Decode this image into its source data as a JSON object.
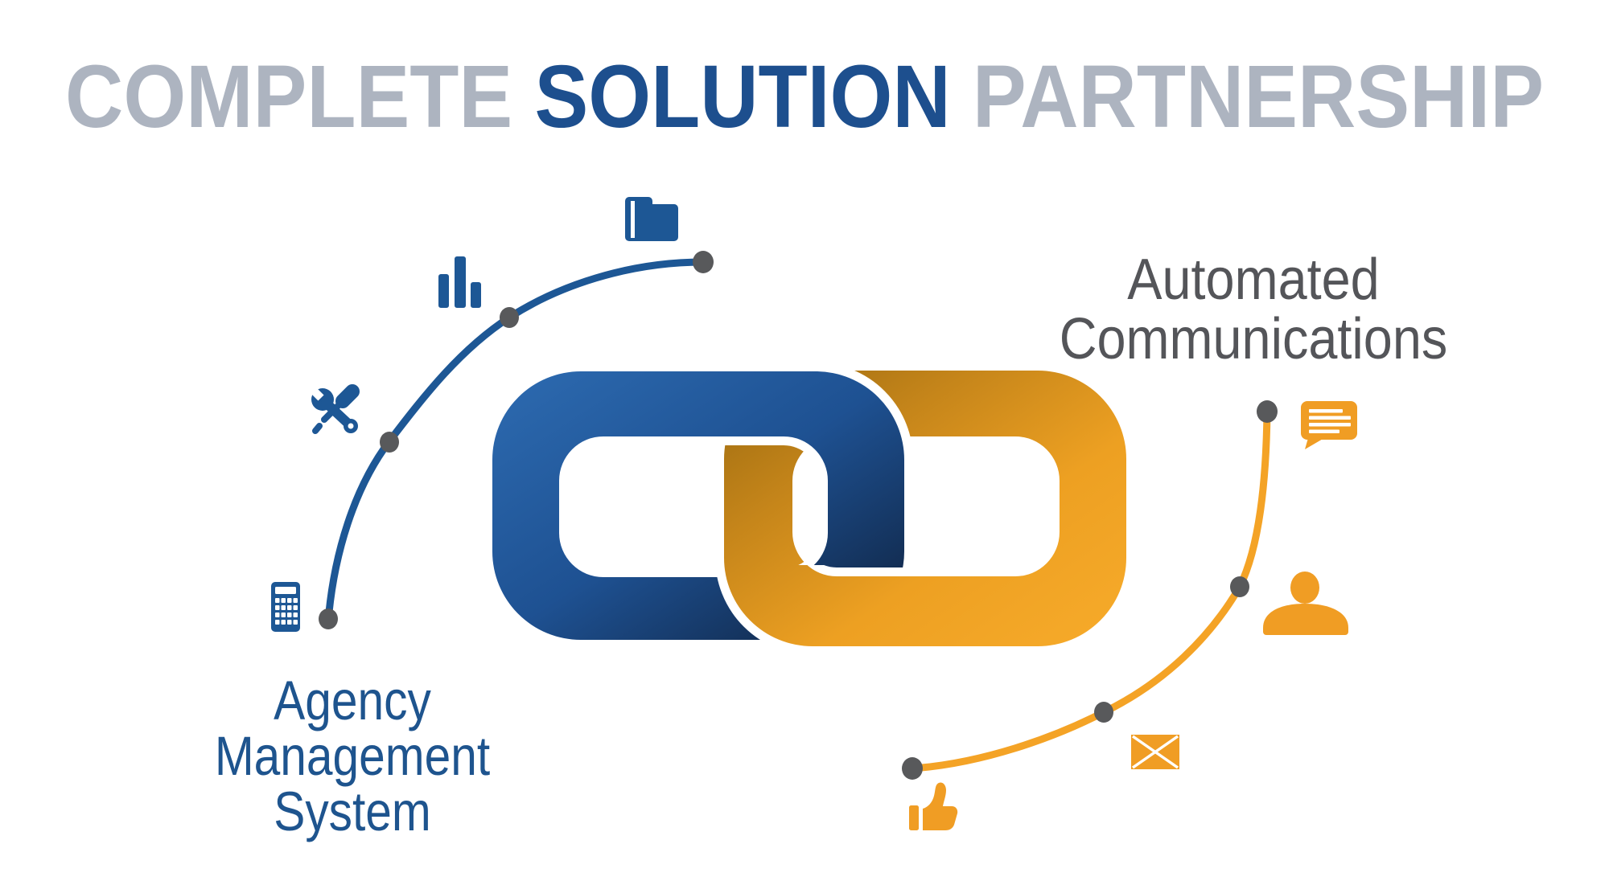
{
  "title": {
    "words": [
      {
        "text": "COMPLETE",
        "color": "#adb4c0"
      },
      {
        "text": "SOLUTION",
        "color": "#1d4f8e"
      },
      {
        "text": "PARTNERSHIP",
        "color": "#adb4c0"
      }
    ]
  },
  "center_logo": {
    "description": "two interlocking chain links",
    "blue_link": {
      "gradient_from": "#2d6bb1",
      "gradient_mid": "#1e5192",
      "gradient_dark": "#132f56",
      "gradient_to": "#0b1626"
    },
    "orange_link": {
      "gradient_from": "#9a6a10",
      "gradient_mid": "#c5851a",
      "gradient_bright": "#eda022",
      "gradient_to": "#f9ad2c"
    },
    "separator_color": "#ffffff"
  },
  "left_journey": {
    "label_line1": "Agency Management",
    "label_line2": "System",
    "label_color": "#1e548e",
    "arc_color": "#1d5795",
    "icon_color": "#1d5795",
    "icons": [
      "calculator-icon",
      "tools-icon",
      "bar-chart-icon",
      "folder-icon"
    ]
  },
  "right_journey": {
    "label_line1": "Automated",
    "label_line2": "Communications",
    "label_color": "#545559",
    "arc_color": "#f4a326",
    "icon_color": "#f09d24",
    "icons": [
      "thumbs-up-icon",
      "envelope-icon",
      "person-icon",
      "chat-bubble-icon"
    ]
  },
  "dots_color": "#58595b",
  "background_color": "#ffffff"
}
